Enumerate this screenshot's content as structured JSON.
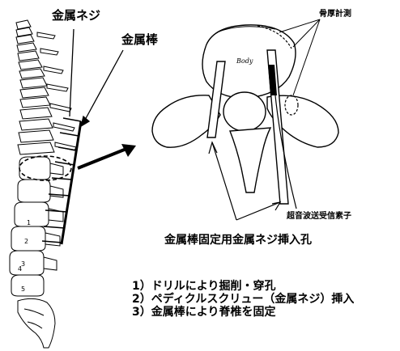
{
  "labels": {
    "screw": "金属ネジ",
    "rod": "金属棒",
    "cortical_measurement": "骨厚計測",
    "vertebra_body": "Body",
    "ultrasound_element": "超音波送受信素子",
    "screw_hole": "金属棒固定用金属ネジ挿入孔"
  },
  "vertebra_numbers": [
    "1",
    "2",
    "3",
    "4",
    "5"
  ],
  "steps": [
    "1）ドリルにより掘削・穿孔",
    "2）ペディクルスクリュー（金属ネジ）挿入",
    "3）金属棒により脊椎を固定"
  ]
}
